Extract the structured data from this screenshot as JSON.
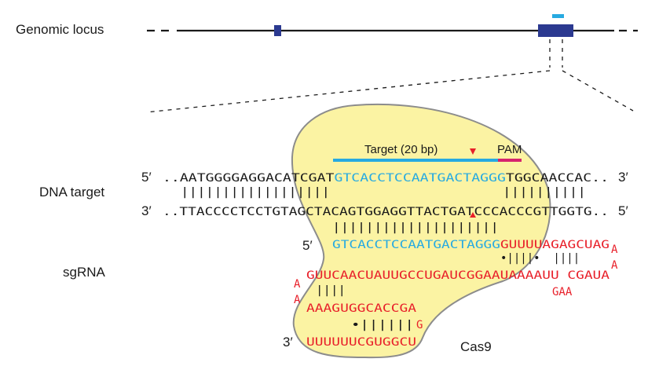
{
  "colors": {
    "exon": "#2b3990",
    "target_bar": "#27aae1",
    "pam_bar": "#d6246e",
    "cas9_fill": "#fbf3a3",
    "cas9_stroke": "#8c8c8c",
    "rna": "#e8202a",
    "spacer": "#27aae1",
    "dna": "#1a1a1a",
    "cut_site": "#e8202a"
  },
  "labels": {
    "genomic_locus": "Genomic locus",
    "dna_target": "DNA target",
    "sgrna": "sgRNA",
    "cas9": "Cas9",
    "target": "Target (20 bp)",
    "pam": "PAM",
    "five_prime": "5′",
    "three_prime": "3′"
  },
  "dna": {
    "top_prefix": "..AATGGGGAGGACATCGAT",
    "top_target": "GTCACCTCCAATGACTAGGG",
    "top_pam": "TGG",
    "top_suffix": "CAACCAC..",
    "pairs_top_left": "||||||||||||||||||",
    "pairs_top_right": "||||||||||",
    "bottom": "..TTACCCCTCCTGTAGCTACAGTGGAGGTTACTGATCCCACCCGTTGGTG.."
  },
  "sgrna": {
    "spacer_pairs": "||||||||||||||||||||",
    "spacer": "GTCACCTCCAATGACTAGGG",
    "repeat": "GUUUUAGAGCUAG",
    "loop_a1": "A",
    "loop_a2": "A",
    "stem1_pairs": "•||||•  ||||",
    "anti_repeat": "GUUCAACUAUUGCCUGAUCGGAAUAAAAUU CGAUA",
    "bulge": "GAA",
    "tetraloop_a1": "A",
    "tetraloop_a2": "A",
    "stem2_pairs": "||||",
    "hairpin_upper": "AAAGUGGCACCGA",
    "hairpin_pairs": "•||||||",
    "hairpin_g": "G",
    "tail": "UUUUUUCGUGGCU"
  }
}
